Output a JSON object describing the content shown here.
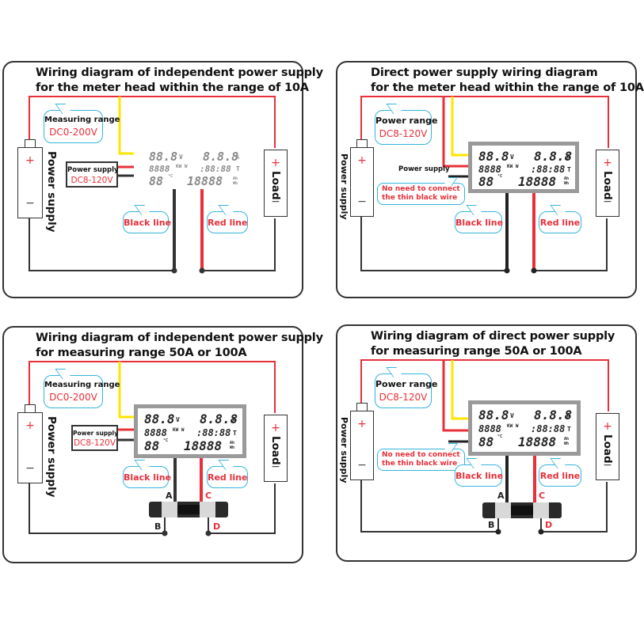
{
  "colors": {
    "positive_wire": "#e8303a",
    "negative_wire": "#333333",
    "signal_wire": "#ffe400",
    "callout_border": "#34b4dd",
    "label_red": "#e8303a"
  },
  "panels": [
    {
      "title_line1": "Wiring diagram of independent power supply",
      "title_line2": "for the meter head within the range of 10A",
      "source_label": "Power supply",
      "load_label": "Load",
      "plus": "+",
      "minus": "−",
      "range_callout": {
        "title": "Measuring range",
        "value": "DC0-200V"
      },
      "power_box": {
        "title": "Power supply",
        "value": "DC8-120V"
      },
      "black_line_label": "Black line",
      "red_line_label": "Red line",
      "lcd": {
        "volts": "88.8",
        "v_unit": "V",
        "amps": "8.8.8",
        "a_unit": "A",
        "power": "8888",
        "p_unit": "KW W",
        "time": ":88:88",
        "t_unit": "T",
        "temp": "88",
        "temp_unit": "°C",
        "energy": "18888",
        "e_unit": "Ah Wh"
      }
    },
    {
      "title_line1": "Direct power supply wiring diagram",
      "title_line2": "for the meter head within the range of 10A",
      "source_label": "Power supply",
      "load_label": "Load",
      "plus": "+",
      "minus": "−",
      "range_callout": {
        "title": "Power range",
        "value": "DC8-120V"
      },
      "power_supply_note": "Power supply",
      "thin_wire_note_line1": "No need to connect",
      "thin_wire_note_line2": "the thin black wire",
      "black_line_label": "Black line",
      "red_line_label": "Red line",
      "lcd": {
        "volts": "88.8",
        "v_unit": "V",
        "amps": "8.8.8",
        "a_unit": "A",
        "power": "8888",
        "p_unit": "KW W",
        "time": ":88:88",
        "t_unit": "T",
        "temp": "88",
        "temp_unit": "°C",
        "energy": "18888",
        "e_unit": "Ah Wh"
      }
    },
    {
      "title_line1": "Wiring diagram of independent power supply",
      "title_line2": "for measuring range 50A or 100A",
      "source_label": "Power supply",
      "load_label": "Load",
      "plus": "+",
      "minus": "−",
      "range_callout": {
        "title": "Measuring range",
        "value": "DC0-200V"
      },
      "power_box": {
        "title": "Power supply",
        "value": "DC8-120V"
      },
      "black_line_label": "Black line",
      "red_line_label": "Red line",
      "shunt_terminals": [
        "A",
        "B",
        "C",
        "D"
      ],
      "lcd": {
        "volts": "88.8",
        "v_unit": "V",
        "amps": "8.8.8",
        "a_unit": "A",
        "power": "8888",
        "p_unit": "KW W",
        "time": ":88:88",
        "t_unit": "T",
        "temp": "88",
        "temp_unit": "°C",
        "energy": "18888",
        "e_unit": "Ah Wh"
      }
    },
    {
      "title_line1": "Wiring diagram of direct power supply",
      "title_line2": "for measuring range 50A or 100A",
      "source_label": "Power supply",
      "load_label": "Load",
      "plus": "+",
      "minus": "−",
      "range_callout": {
        "title": "Power range",
        "value": "DC8-120V"
      },
      "thin_wire_note_line1": "No need to connect",
      "thin_wire_note_line2": "the thin black wire",
      "black_line_label": "Black line",
      "red_line_label": "Red line",
      "shunt_terminals": [
        "A",
        "B",
        "C",
        "D"
      ],
      "lcd": {
        "volts": "88.8",
        "v_unit": "V",
        "amps": "8.8.8",
        "a_unit": "A",
        "power": "8888",
        "p_unit": "KW W",
        "time": ":88:88",
        "t_unit": "T",
        "temp": "88",
        "temp_unit": "°C",
        "energy": "18888",
        "e_unit": "Ah Wh"
      }
    }
  ]
}
